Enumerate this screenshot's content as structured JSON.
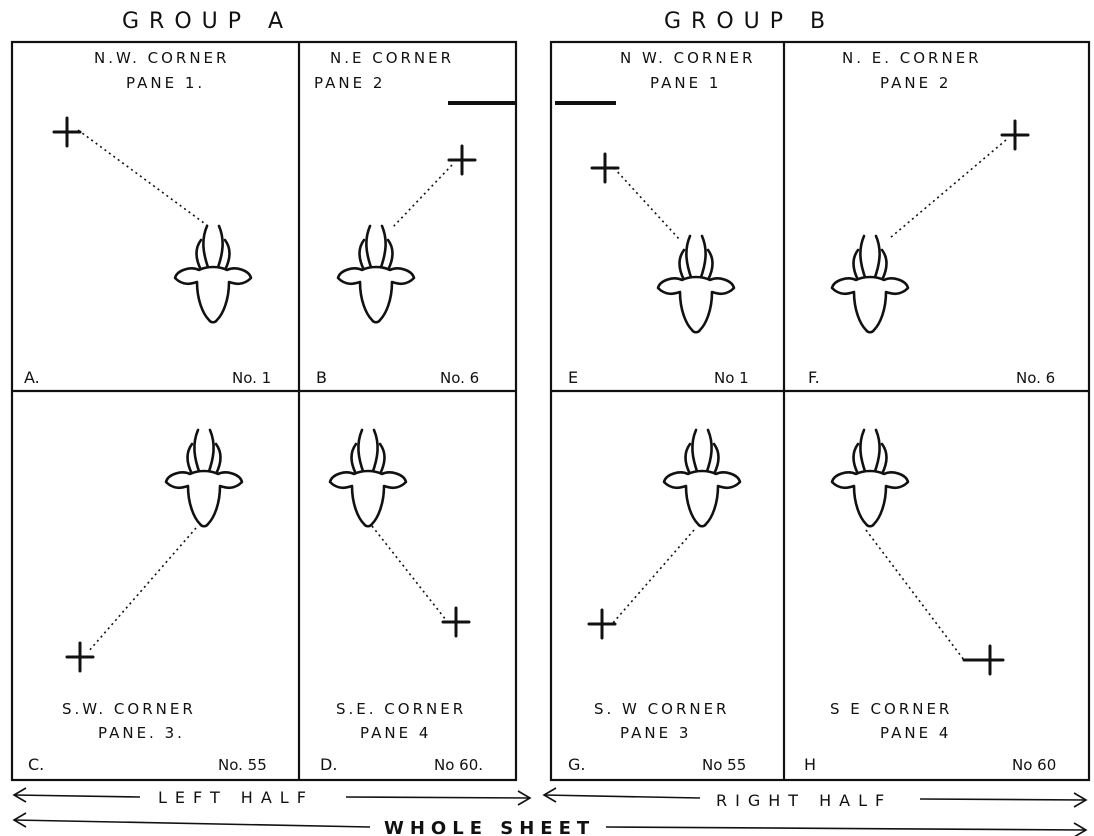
{
  "groups": [
    {
      "title": "GROUP  A"
    },
    {
      "title": "GROUP  B"
    }
  ],
  "panes": [
    {
      "head1": "N.W. CORNER",
      "head2": "PANE 1.",
      "corner": "A.",
      "number": "No. 1"
    },
    {
      "head1": "N.E CORNER",
      "head2": "PANE 2",
      "corner": "B",
      "number": "No. 6"
    },
    {
      "head1": "S.W. CORNER",
      "head2": "PANE. 3.",
      "corner": "C.",
      "number": "No. 55"
    },
    {
      "head1": "S.E. CORNER",
      "head2": "PANE 4",
      "corner": "D.",
      "number": "No 60."
    },
    {
      "head1": "N W. CORNER",
      "head2": "PANE 1",
      "corner": "E",
      "number": "No 1"
    },
    {
      "head1": "N. E. CORNER",
      "head2": "PANE 2",
      "corner": "F.",
      "number": "No. 6"
    },
    {
      "head1": "S. W CORNER",
      "head2": "PANE 3",
      "corner": "G.",
      "number": "No 55"
    },
    {
      "head1": "S E CORNER",
      "head2": "PANE 4",
      "corner": "H",
      "number": "No 60"
    }
  ],
  "measures": {
    "left_half": "LEFT  HALF",
    "right_half": "RIGHT  HALF",
    "whole_sheet": "WHOLE SHEET"
  }
}
